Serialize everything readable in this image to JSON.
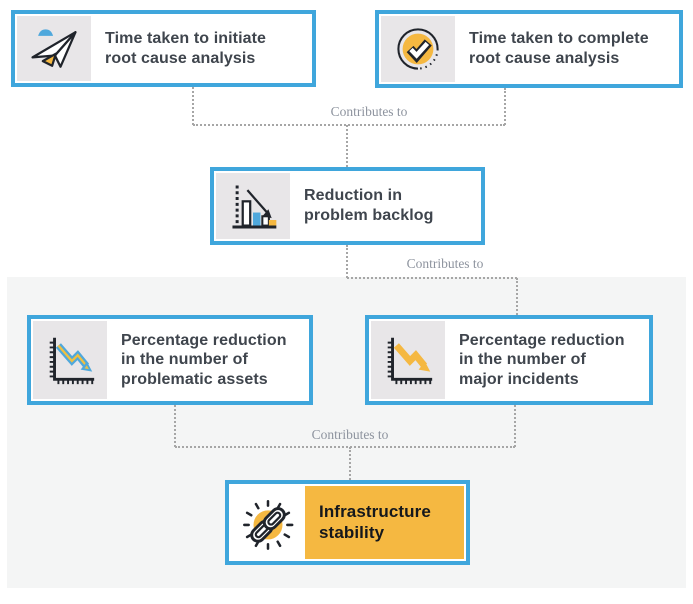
{
  "connector_label": "Contributes to",
  "nodes": {
    "initiate": {
      "label": "Time taken to initiate\nroot cause analysis"
    },
    "complete": {
      "label": "Time taken to complete\nroot cause analysis"
    },
    "backlog": {
      "label": "Reduction in\nproblem backlog"
    },
    "assets": {
      "label": "Percentage reduction\nin the number of\nproblematic assets"
    },
    "incidents": {
      "label": "Percentage reduction\nin the number of\nmajor incidents"
    },
    "stability": {
      "label": "Infrastructure\nstability"
    }
  },
  "colors": {
    "border_blue": "#3FA6DC",
    "accent_yellow": "#F5B841",
    "panel_gray": "#E8E6E8",
    "section_gray": "#F4F5F5",
    "text_dark": "#3F454D",
    "connector_gray": "#A6A6A6",
    "label_gray": "#8D939E"
  }
}
